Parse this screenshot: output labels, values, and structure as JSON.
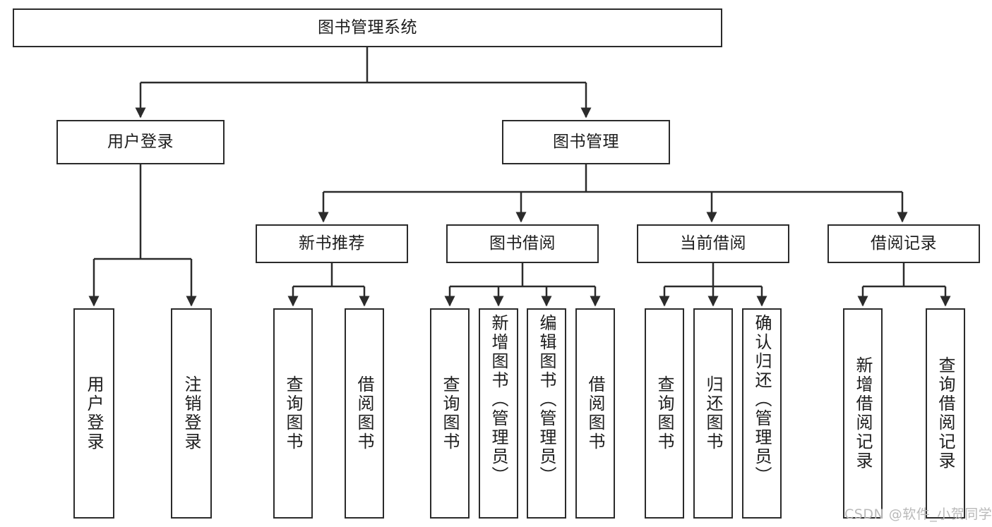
{
  "diagram": {
    "title": "图书管理系统",
    "type": "tree-functional-structure",
    "colors": {
      "box_border": "#2b2b2b",
      "box_fill": "#ffffff",
      "connector": "#2b2b2b",
      "text": "#1d1d1d",
      "watermark": "#b9b9b9",
      "background": "#ffffff"
    },
    "root": {
      "label": "图书管理系统"
    },
    "level1": [
      {
        "label": "用户登录"
      },
      {
        "label": "图书管理"
      }
    ],
    "level2": [
      {
        "label": "新书推荐"
      },
      {
        "label": "图书借阅"
      },
      {
        "label": "当前借阅"
      },
      {
        "label": "借阅记录"
      }
    ],
    "leaves": {
      "user_login": [
        {
          "label": "用户登录"
        },
        {
          "label": "注销登录"
        }
      ],
      "new_book_recommend": [
        {
          "label": "查询图书"
        },
        {
          "label": "借阅图书"
        }
      ],
      "book_borrow": [
        {
          "label": "查询图书"
        },
        {
          "label": "新增图书（管理员）"
        },
        {
          "label": "编辑图书（管理员）"
        },
        {
          "label": "借阅图书"
        }
      ],
      "current_borrow": [
        {
          "label": "查询图书"
        },
        {
          "label": "归还图书"
        },
        {
          "label": "确认归还（管理员）"
        }
      ],
      "borrow_record": [
        {
          "label": "新增借阅记录"
        },
        {
          "label": "查询借阅记录"
        }
      ]
    }
  },
  "watermark": {
    "text": "CSDN @软件_小贺同学"
  }
}
